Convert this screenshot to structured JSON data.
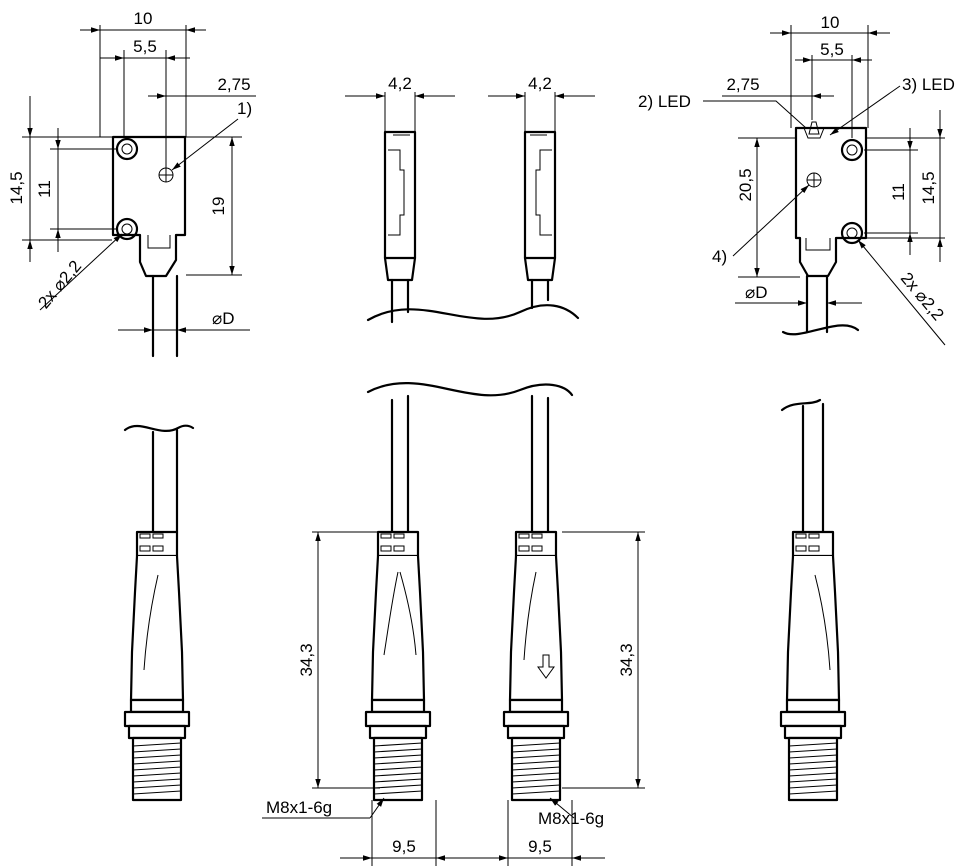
{
  "colors": {
    "line": "#000000",
    "background": "#ffffff"
  },
  "dimensions": {
    "width_10_left": "10",
    "width_5_5_left": "5,5",
    "offset_2_75_left": "2,75",
    "height_14_5_left": "14,5",
    "height_11_left": "11",
    "height_19": "19",
    "hole_left": "2x ⌀2,2",
    "cable_diam_left": "⌀D",
    "thick_4_2_a": "4,2",
    "thick_4_2_b": "4,2",
    "width_10_right": "10",
    "width_5_5_right": "5,5",
    "offset_2_75_right": "2,75",
    "height_20_5": "20,5",
    "height_11_right": "11",
    "height_14_5_right": "14,5",
    "hole_right": "2x ⌀2,2",
    "cable_diam_right": "⌀D",
    "connector_len_left": "34,3",
    "connector_len_right": "34,3",
    "thread_left": "M8x1-6g",
    "thread_right": "M8x1-6g",
    "width_9_5_left": "9,5",
    "width_9_5_right": "9,5"
  },
  "callouts": {
    "c1": "1)",
    "c2": "2) LED",
    "c3": "3) LED",
    "c4": "4)"
  },
  "icons": {
    "arrow": "down-arrow-icon"
  }
}
